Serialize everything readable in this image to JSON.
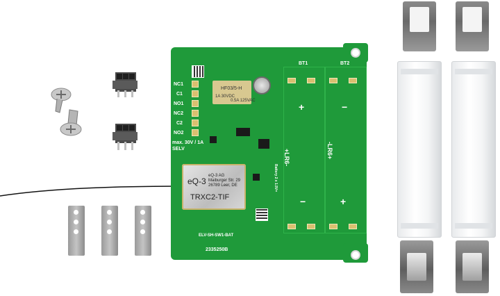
{
  "pcb": {
    "relay_labels": [
      "NC1",
      "C1",
      "NO1",
      "NC2",
      "C2",
      "NO2"
    ],
    "rating_line1": "max. 30V / 1A",
    "rating_line2": "SELV",
    "battery_labels": [
      "BT1",
      "BT2"
    ],
    "battery_spec": "Battery 2 x 1.5V=",
    "cell_label_1": "+LR6-",
    "cell_label_2": "-LR6+",
    "plus": "+",
    "minus": "−",
    "board_name": "ELV-SH-SW1-BAT",
    "board_number": "2335250B"
  },
  "relay": {
    "model": "HF03/5-H",
    "rating_a": "1A 30VDC",
    "rating_b": "0.5A 125VAC"
  },
  "module": {
    "brand": "eQ-3",
    "company": "eQ-3 AG",
    "street": "Maiburger Str. 29",
    "city": "26789 Leer, DE",
    "model": "TRXC2-TIF"
  },
  "colors": {
    "pcb_green": "#1f9a3a",
    "housing_white": "#f4f5f6",
    "metal_grey": "#8a8a8a"
  }
}
